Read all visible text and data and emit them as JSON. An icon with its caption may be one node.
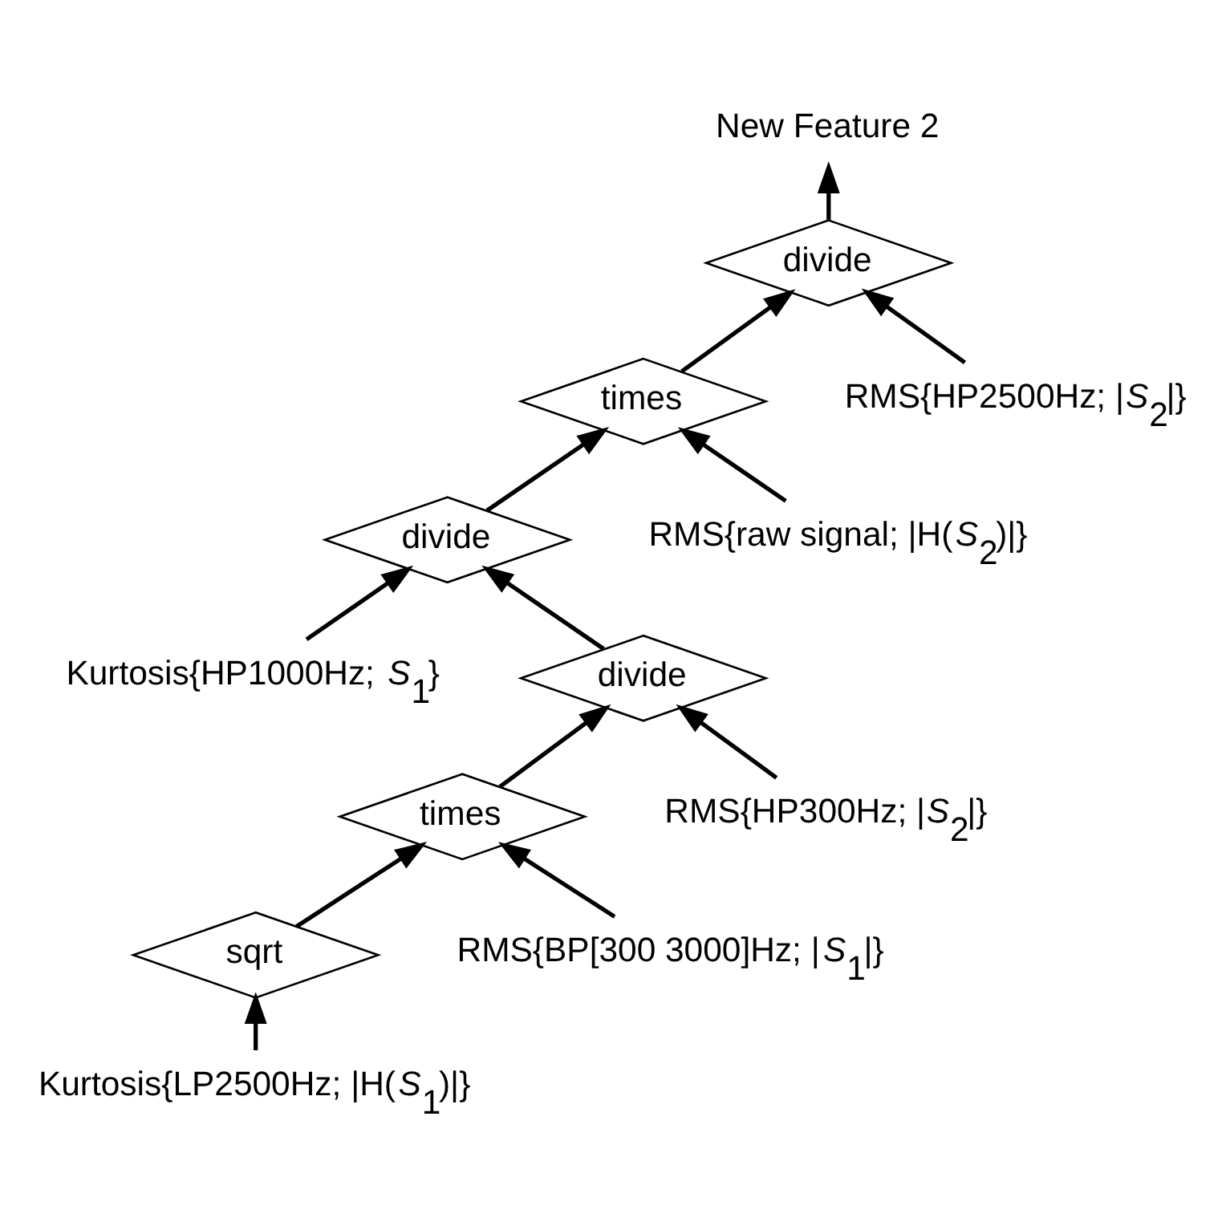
{
  "diagram": {
    "nodes": [
      {
        "text": [
          "New Feature 2"
        ]
      },
      {
        "text": [
          "divide"
        ]
      },
      {
        "text": [
          "times"
        ]
      },
      {
        "text": [
          "RMS{HP2500Hz; |*S*$_{2}$|}"
        ]
      },
      {
        "text": [
          "divide"
        ]
      },
      {
        "text": [
          "RMS{raw signal; |H(*S*$_{2}$)|}"
        ]
      },
      {
        "text": [
          "Kurtosis{HP1000Hz; *S*$_{1}$}"
        ]
      },
      {
        "text": [
          "divide"
        ]
      },
      {
        "text": [
          "times"
        ]
      },
      {
        "text": [
          "RMS{HP300Hz; |*S*$_{2}$|}"
        ]
      },
      {
        "text": [
          "sqrt"
        ]
      },
      {
        "text": [
          "RMS{BP[300 3000]Hz; |*S*$_{1}$|}"
        ]
      },
      {
        "text": [
          "Kurtosis{LP2500Hz; |H(*S*$_{1}$)|}"
        ]
      }
    ],
    "edges": [
      {
        "from": 1,
        "to": 0,
        "arrow": "to"
      },
      {
        "from": 2,
        "to": 1,
        "arrow": "to"
      },
      {
        "from": 3,
        "to": 1,
        "arrow": "to"
      },
      {
        "from": 5,
        "to": 2,
        "arrow": "to"
      },
      {
        "from": 4,
        "to": 2,
        "arrow": "to"
      },
      {
        "from": 6,
        "to": 4,
        "arrow": "to"
      },
      {
        "from": 7,
        "to": 4,
        "arrow": "to"
      },
      {
        "from": 9,
        "to": 7,
        "arrow": "to"
      },
      {
        "from": 8,
        "to": 7,
        "arrow": "to"
      },
      {
        "from": 11,
        "to": 8,
        "arrow": "to"
      },
      {
        "from": 10,
        "to": 8,
        "arrow": "to"
      },
      {
        "from": 12,
        "to": 10,
        "arrow": "to"
      }
    ]
  }
}
